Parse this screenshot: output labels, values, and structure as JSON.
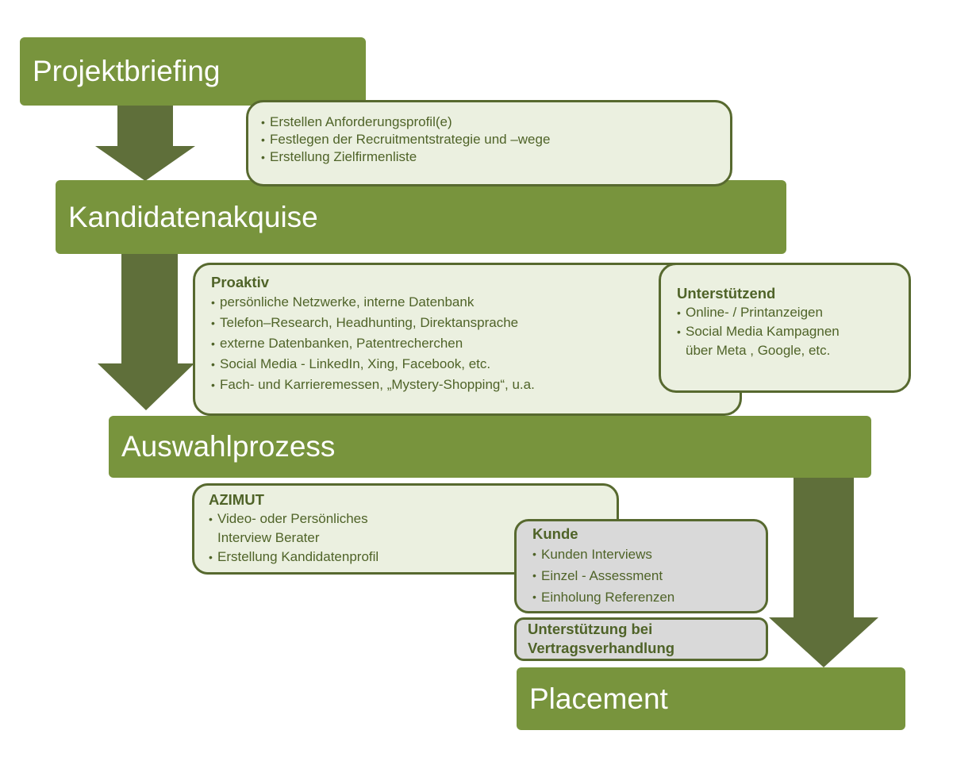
{
  "colors": {
    "phase_bar": "#78943d",
    "arrow": "#5f6f3a",
    "box_fill": "#ebf0e0",
    "box_border": "#57692f",
    "box_gray_fill": "#d9d9d9",
    "text": "#4f6328"
  },
  "phases": [
    {
      "id": "projektbriefing",
      "label": "Projektbriefing"
    },
    {
      "id": "kandidatenakquise",
      "label": "Kandidatenakquise"
    },
    {
      "id": "auswahlprozess",
      "label": "Auswahlprozess"
    },
    {
      "id": "placement",
      "label": "Placement"
    }
  ],
  "briefing_box": {
    "items": [
      "Erstellen Anforderungsprofil(e)",
      "Festlegen der Recruitmentstrategie und –wege",
      "Erstellung Zielfirmenliste"
    ]
  },
  "proaktiv_box": {
    "heading": "Proaktiv",
    "items": [
      "persönliche Netzwerke, interne Datenbank",
      "Telefon–Research, Headhunting, Direktansprache",
      "externe Datenbanken,  Patentrecherchen",
      "Social Media - LinkedIn, Xing, Facebook, etc.",
      "Fach- und Karrieremessen, „Mystery-Shopping“, u.a."
    ]
  },
  "unterstuetzend_box": {
    "heading": "Unterstützend",
    "items": [
      "Online- / Printanzeigen",
      "Social Media  Kampagnen"
    ],
    "item_continuation": "über Meta , Google, etc."
  },
  "azimut_box": {
    "heading": "AZIMUT",
    "items": [
      "Video- oder Persönliches",
      "Erstellung Kandidatenprofil"
    ],
    "item_continuation": "Interview Berater"
  },
  "kunde_box": {
    "heading": "Kunde",
    "items": [
      "Kunden Interviews",
      "Einzel - Assessment",
      "Einholung Referenzen"
    ]
  },
  "vertrag_box": {
    "line1": "Unterstützung bei",
    "line2": "Vertragsverhandlung"
  }
}
